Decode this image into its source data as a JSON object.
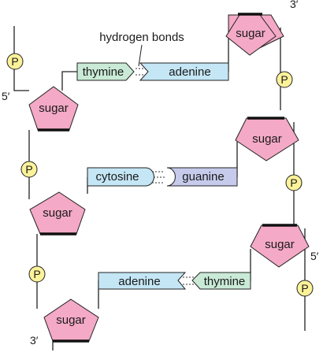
{
  "labels": {
    "sugar": "sugar",
    "phosphate": "P",
    "hydrogen_bonds": "hydrogen bonds",
    "end_5": "5′",
    "end_3": "3′"
  },
  "base_pairs": [
    {
      "left": "thymine",
      "right": "adenine"
    },
    {
      "left": "cytosine",
      "right": "guanine"
    },
    {
      "left": "adenine",
      "right": "thymine"
    }
  ],
  "colors": {
    "sugar": "#f4a9c6",
    "phosphate": "#fbf29a",
    "thymine": "#c9ead6",
    "adenine": "#c4e6f5",
    "cytosine": "#c4e6f5",
    "guanine": "#c6cbec",
    "stroke": "#222222"
  }
}
